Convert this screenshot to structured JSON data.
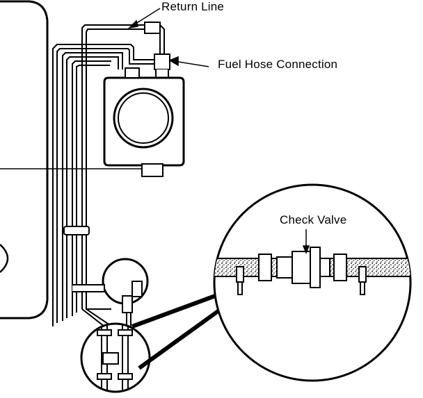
{
  "diagram": {
    "labels": {
      "return_line": "Return Line",
      "fuel_hose_connection": "Fuel Hose Connection",
      "check_valve": "Check Valve"
    },
    "colors": {
      "ink": "#000000",
      "paper": "#ffffff",
      "hose_fill": "#d8d8d8"
    }
  }
}
